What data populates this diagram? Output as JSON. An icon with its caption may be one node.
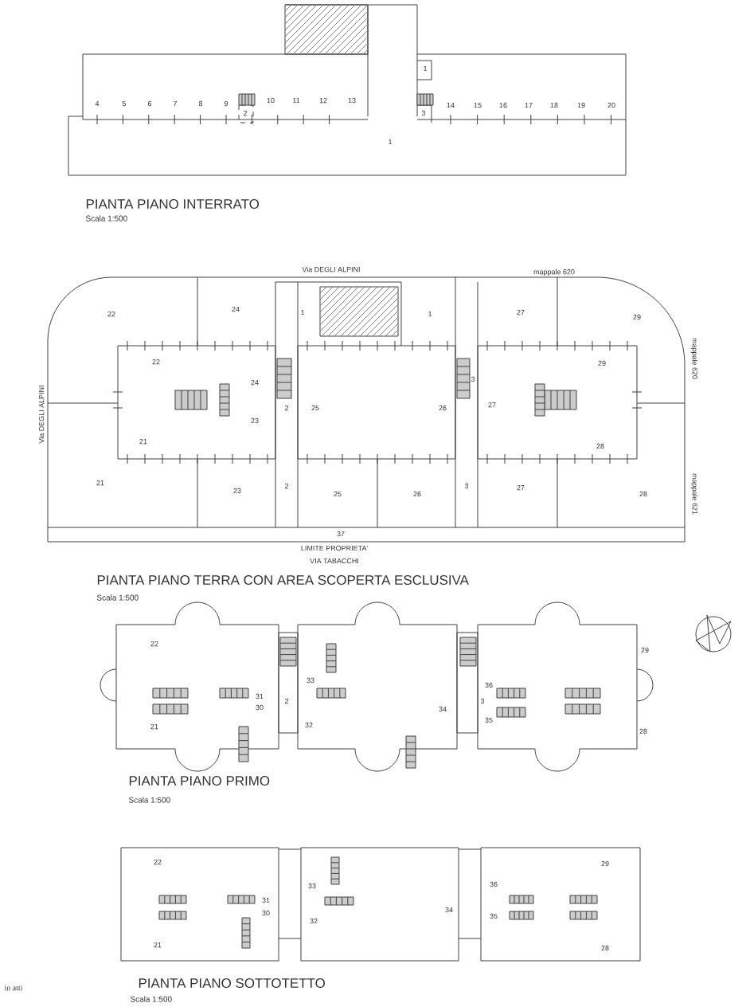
{
  "diagram": {
    "labels": [
      "4",
      "5",
      "6",
      "7",
      "8",
      "9",
      "10",
      "11",
      "12",
      "13",
      "1",
      "2",
      "3",
      "14",
      "15",
      "16",
      "17",
      "18",
      "19",
      "20",
      "1",
      "PIANTA PIANO INTERRATO",
      "Scala 1:500",
      "Via DEGLI ALPINI",
      "mappale 620",
      "22",
      "24",
      "1",
      "1",
      "27",
      "29",
      "mappale 620",
      "22",
      "29",
      "24",
      "3",
      "Via DEGLI ALPINI",
      "2",
      "25",
      "26",
      "27",
      "23",
      "21",
      "28",
      "21",
      "23",
      "2",
      "25",
      "26",
      "3",
      "27",
      "28",
      "mappale 621",
      "37",
      "LIMITE PROPRIETA'",
      "VIA TABACCHI",
      "PIANTA PIANO TERRA CON AREA SCOPERTA ESCLUSIVA",
      "Scala 1:500",
      "22",
      "29",
      "33",
      "36",
      "31",
      "2",
      "3",
      "30",
      "34",
      "32",
      "35",
      "21",
      "28",
      "PIANTA PIANO PRIMO",
      "Scala 1:500",
      "22",
      "29",
      "33",
      "36",
      "31",
      "34",
      "30",
      "35",
      "32",
      "21",
      "28",
      "in atti",
      "PIANTA PIANO SOTTOTETTO",
      "Scala 1:500"
    ]
  }
}
